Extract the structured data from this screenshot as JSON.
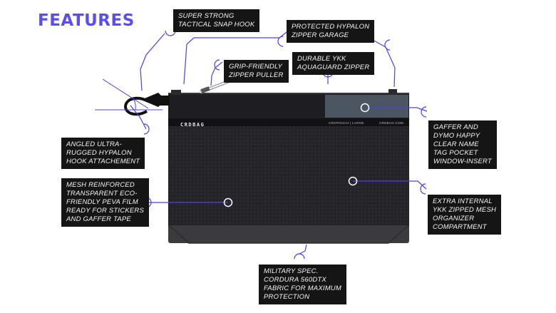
{
  "title": "FEATURES",
  "product": {
    "brand": "CRDBAG",
    "model": "CRDPOUCH | LARGE",
    "site": "CRDBAG.COM"
  },
  "colors": {
    "accent": "#5a4df2",
    "callout_bg": "#151515",
    "bag_dark": "#232326",
    "bag_bottom": "#3a3a3c",
    "window": "#4a5560"
  },
  "callouts": {
    "snap_hook": "SUPER STRONG\nTACTICAL SNAP HOOK",
    "zipper_garage": "PROTECTED HYPALON\nZIPPER GARAGE",
    "zipper_puller": "GRIP-FRIENDLY\nZIPPER PULLER",
    "aquaguard_zipper": "DURABLE YKK\nAQUAGUARD ZIPPER",
    "hook_attachment": "ANGLED ULTRA-\nRUGGED HYPALON\nHOOK ATTACHEMENT",
    "name_tag": "GAFFER AND\nDYMO HAPPY\nCLEAR NAME\nTAG POCKET\nWINDOW-INSERT",
    "mesh_film": "MESH REINFORCED\nTRANSPARENT ECO-\nFRIENDLY PEVA FILM\nREADY FOR STICKERS\nAND GAFFER TAPE",
    "internal_mesh": "EXTRA INTERNAL\nYKK ZIPPED MESH\nORGANIZER\nCOMPARTMENT",
    "cordura": "MILITARY SPEC.\nCORDURA 560DTX\nFABRIC FOR MAXIMUM\nPROTECTION"
  }
}
